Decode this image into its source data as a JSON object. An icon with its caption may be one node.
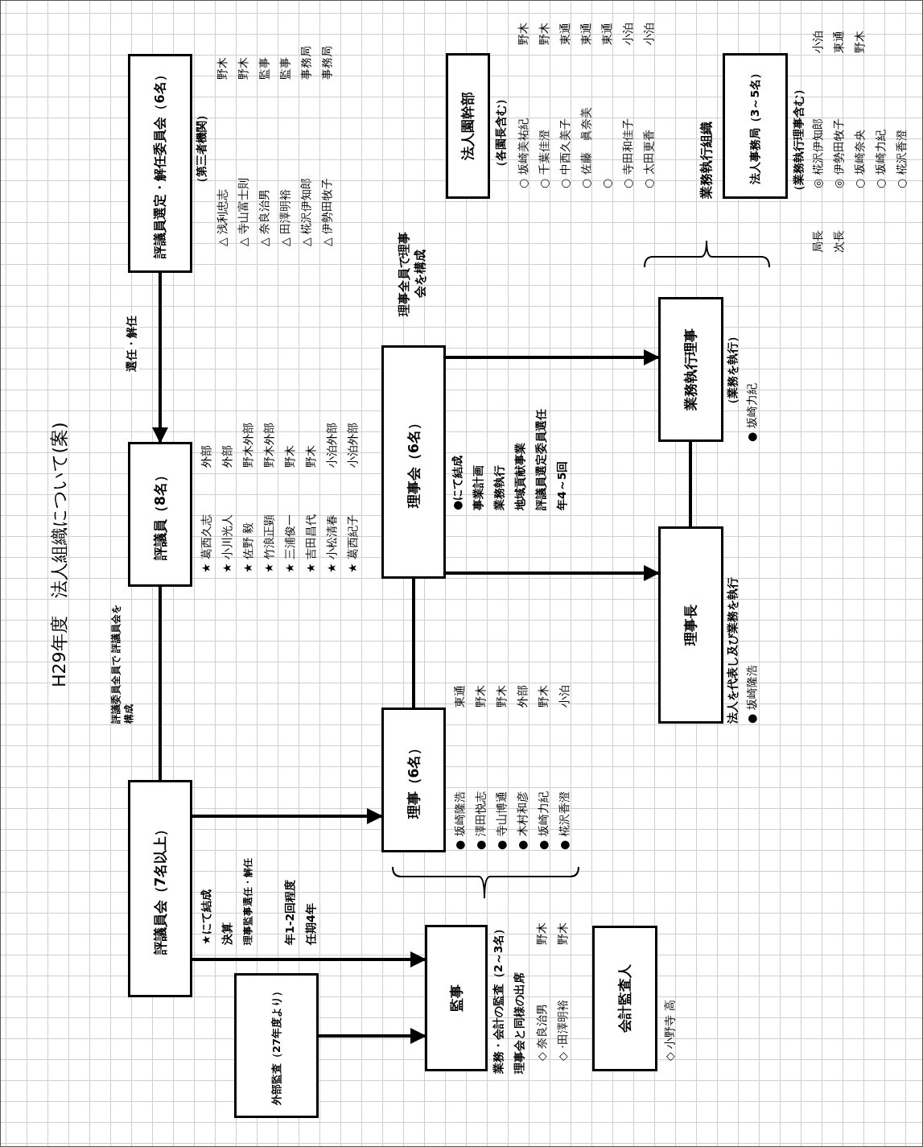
{
  "diagram": {
    "title": "H29年度　法人組織について(案)",
    "nodes": [
      {
        "text": [
          "評議員選定・解任委員会（6名）"
        ],
        "beside": [
          "（第三者機関）"
        ]
      },
      {
        "text": [
          "評議員（8名）"
        ]
      },
      {
        "text": [
          "評議員会（7名以上）"
        ],
        "beside": [
          "★にて結成",
          "決算",
          "理事監事選任・解任",
          "年1-2回程度",
          "任期4年"
        ]
      },
      {
        "text": [
          "外部監査（27年度より）"
        ]
      },
      {
        "text": [
          "監事"
        ],
        "beside": [
          "業務・会計の監査（2～3名）",
          "理事会と同様の出席"
        ]
      },
      {
        "text": [
          "会計監査人"
        ]
      },
      {
        "text": [
          "理事（6名）"
        ]
      },
      {
        "text": [
          "理事会（6名）"
        ],
        "beside": [
          "●にて結成",
          "事業計画",
          "業務執行",
          "地域貢献事業",
          "評議員選定委員選任",
          "年4～5回"
        ]
      },
      {
        "text": [
          "理事長"
        ],
        "beside": [
          "法人を代表し及び業務を執行"
        ]
      },
      {
        "text": [
          "業務執行理事"
        ],
        "beside": [
          "（業務を執行）"
        ]
      },
      {
        "text": [
          "法人園幹部"
        ],
        "beside": [
          "（各園長含む）"
        ]
      },
      {
        "text": [
          "業務執行組織",
          "法人事務局（3～5名）"
        ],
        "beside": [
          "（業務執行理事含む）"
        ]
      }
    ],
    "edges": [
      {
        "from": 0,
        "to": 1,
        "arrow": "to",
        "label": "選任・解任"
      },
      {
        "from": 1,
        "to": 2,
        "arrow": "none"
      },
      {
        "from": 2,
        "to": 6,
        "arrow": "to"
      },
      {
        "from": 2,
        "to": 4,
        "arrow": "to"
      },
      {
        "from": 3,
        "to": 4,
        "arrow": "to"
      },
      {
        "from": 7,
        "to": 8,
        "arrow": "to"
      },
      {
        "from": 7,
        "to": 9,
        "arrow": "to"
      },
      {
        "from": 6,
        "to": 7,
        "arrow": "none"
      },
      {
        "from": 8,
        "to": 9,
        "arrow": "none"
      }
    ],
    "labels": [
      "△ 浅利忠志",
      "野木",
      "△ 寺山富士則",
      "野木",
      "△ 奈良治男",
      "監事",
      "△ 田澤明裕",
      "監事",
      "△ 椛沢伊知郎",
      "事務局",
      "△ 伊勢田牧子",
      "事務局",
      "★ 葛西久志",
      "外部",
      "★ 小川光人",
      "外部",
      "★ 佐野 毅",
      "野木外部",
      "★ 竹浪正顕",
      "野木外部",
      "★ 三浦俊一",
      "野木",
      "★ 吉田昌代",
      "野木",
      "★ 小松清春",
      "小泊外部",
      "★ 葛西紀子",
      "小泊外部",
      "◇ 奈良治男",
      "野木",
      "◇ ·田澤明裕",
      "野木",
      "◇ 小野寺 高",
      "● 坂崎隆浩",
      "東通",
      "● 澤田悦志",
      "野木",
      "● 寺山博通",
      "野木",
      "● 木村和彦",
      "外部",
      "● 坂崎力紀",
      "野木",
      "● 椛沢香澄",
      "小泊",
      "● 坂崎隆浩",
      "● 坂崎力紀",
      "○ 坂崎美祐紀",
      "野木",
      "○ 千葉佳澄",
      "野木",
      "○ 中西久美子",
      "東通",
      "○ 佐藤　眞奈美",
      "東通",
      "○",
      "東通",
      "○ 寺田和佳子",
      "小泊",
      "○ 太田更香",
      "小泊",
      "局長",
      "◎ 椛沢伊知郎",
      "小泊",
      "次長",
      "◎ 伊勢田牧子",
      "東通",
      "○ 坂崎奈央",
      "野木",
      "○ 坂崎力紀",
      "○ 椛沢香澄",
      "評議委員全員で 評議員会を構成",
      "理事全員で理事会を構成"
    ]
  }
}
